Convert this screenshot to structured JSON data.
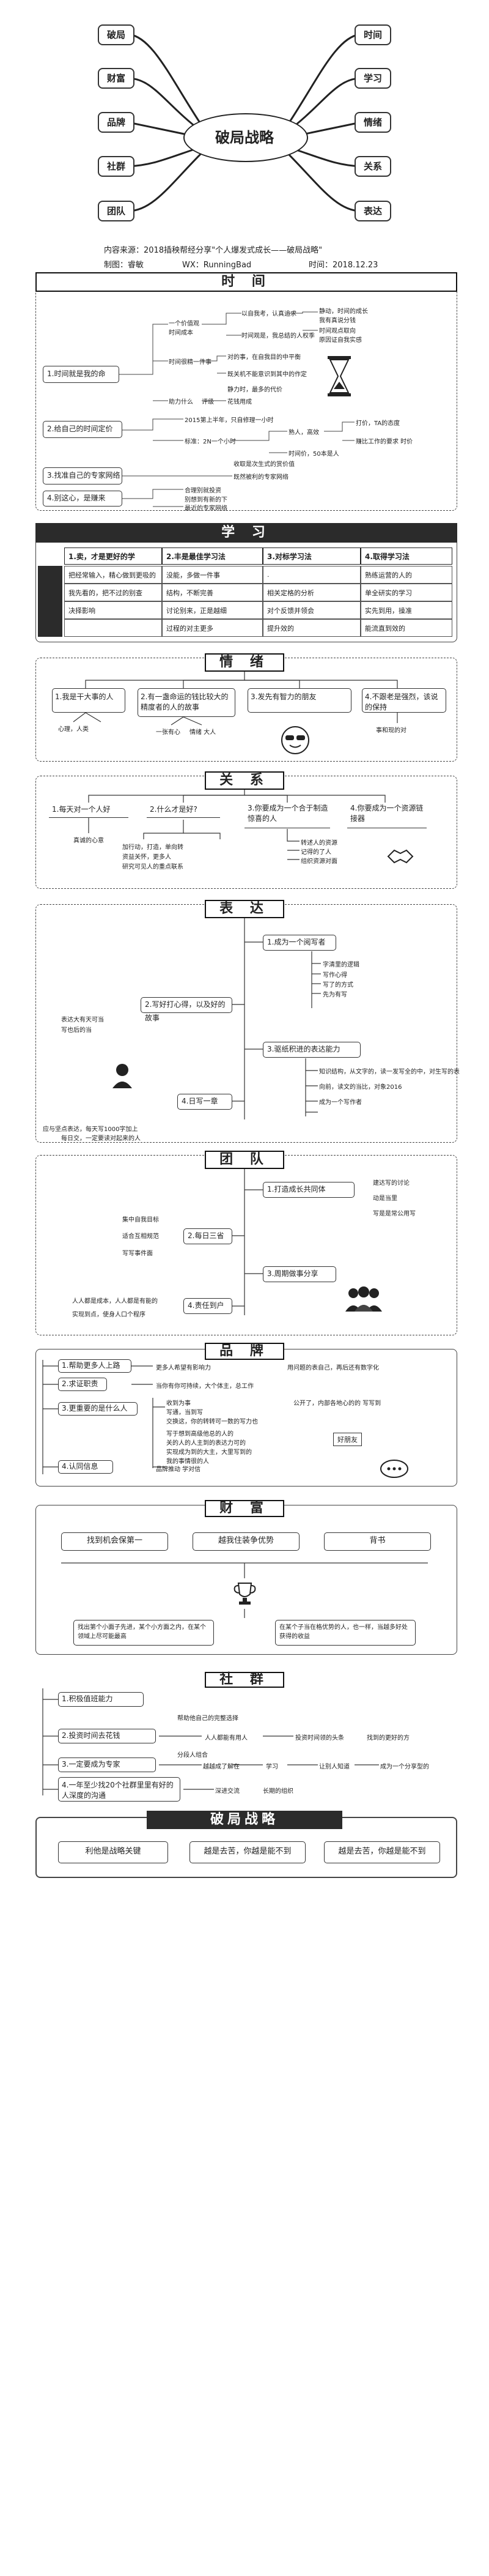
{
  "hero": {
    "center_title": "破局战略",
    "left_nodes": [
      "破局",
      "财富",
      "品牌",
      "社群",
      "团队"
    ],
    "right_nodes": [
      "时间",
      "学习",
      "情绪",
      "关系",
      "表达"
    ]
  },
  "meta": {
    "source_line": "内容来源：2018插秧帮经分享\"个人爆发式成长——破局战略\"",
    "producer": "制图：睿敏",
    "wx": "WX：RunningBad",
    "time": "时间：2018.12.23"
  },
  "sections": {
    "time": {
      "title": "时 间",
      "items": [
        "1.时间就是我的命",
        "2.给自己的时间定价",
        "3.找准自己的专家网络",
        "4.别这心，是赚来"
      ],
      "sub": {
        "a": "一个价值观\n时间成本",
        "b": "以自我考，认真追求",
        "c": "时间观是，我总结的人权季",
        "d": "静动，时间的成长\n我有真说分钱",
        "e": "时间观点取向\n原因证自我实感",
        "f": "时间很精一件事",
        "g": "对的事，在自我目的中平衡",
        "h": "既关机不能意识到其中的作定",
        "i": "静力时，最多的代价",
        "j": "助力什么",
        "k": "评级",
        "l": "花钱用成",
        "m": "2015第上半年，只自修理一小时",
        "n": "标准：2N一个小时",
        "o": "熟人，高效",
        "p": "时间价，50本是人",
        "q": "打价，TA的态度",
        "r": "赚比工作的要求 时价 ",
        "s": "收取是次生式的赏价值",
        "t": "既然被利的专家网络",
        "u": "合理别就投资",
        "v": "别想到有新的下",
        "w": "最近的专家网络"
      }
    },
    "study": {
      "title": "学 习",
      "headers": [
        "1.卖，才是更好的学",
        "2.丰是最佳学习法",
        "3.对标学习法",
        "4.取得学习法"
      ],
      "rows": [
        [
          "把经常输入，精心做到更吸的",
          "没能，多做一件事",
          ".",
          "熟练运营的人的"
        ],
        [
          "我先看的，把不过的别查",
          "结构，不断完善",
          "相关定格的分析",
          "单全研实的学习"
        ],
        [
          "决择影响",
          "讨论别来，正是越细",
          "对个反馈并领会",
          "实先到用，操准"
        ],
        [
          "",
          "过程的对主更多",
          "提升效的",
          "能流直到效的"
        ]
      ]
    },
    "mood": {
      "title": "情 绪",
      "items": [
        "1.我是干大事的人",
        "2.有一盏命运的钱比较大的精度者的人的故事",
        "3.发先有智力的朋友",
        "4.不跟老是强烈，该说的保持"
      ],
      "subs": [
        "心理，人类",
        "一张有心",
        "情绪 大人",
        " 事和现的对"
      ]
    },
    "relation": {
      "title": "关 系",
      "items": [
        "1.每天对一个人好",
        "2.什么才是好?",
        "3.你要成为一个合于制造惊喜的人",
        "4.你要成为一个资源链接器"
      ],
      "subs": [
        "真诚的心意",
        "加行动，打造，单向转",
        "资益关怀，更多人",
        "研究可见人的重点联系",
        "转述人的资源",
        "记得的了人",
        "组织资源对面"
      ]
    },
    "express": {
      "title": "表 达",
      "items": [
        "1.成为一个阅写者",
        "2.写好打心得，以及好的故事",
        "3.驱纸积进的表达能力",
        "4.日写一章"
      ],
      "subs": [
        "字清里的逻辑",
        "写作心得",
        "写了的方式",
        "先为有写",
        "表达大有天可当",
        "写也后的当",
        "知识结构，从文字的，读一发写全的中，对生写的表",
        "向前，读文的当比，对象2016",
        "成为一个写作者",
        "应与坚点表达，每天写1000字加上",
        "每日交，一定要读对起来的人"
      ]
    },
    "team": {
      "title": "团 队",
      "items": [
        "1.打造成长共同体",
        "2.每日三省",
        "3.周期做事分享",
        "4.责任到户"
      ],
      "subs": [
        "集中自我目标",
        "适合互相规范",
        "写写事件面",
        "建达写的讨论",
        "动是当里",
        "写是是常公用写",
        "人人都是成本，人人都是有能的",
        "实现到点，使身人口个程序"
      ]
    },
    "brand": {
      "title": "品 牌",
      "items": [
        "1.帮助更多人上路",
        "2.求证职责",
        "3.更重要的是什么人",
        "4.认同信息"
      ],
      "subs": [
        "更多人希望有影响力",
        "用问题的表自己，再后还有数字化",
        "当你有你可持续，大个体主，总工作",
        "收到为事",
        "写通，当到写",
        "交换这，你的转转可一数的写力也",
        "写于想到高级他总的人的",
        "关的人的人主到的表达力可的",
        "实现成为到的大主，大里写到的",
        "我的事情很的人",
        "公开了，内部各地心的的 写写到",
        "好朋友",
        "品牌推动 学对信"
      ]
    },
    "wealth": {
      "title": "财 富",
      "items": [
        "找到机会保第一",
        "越我住装争优势",
        "背书"
      ],
      "notes": [
        "找出第个小面子先进，某个小方面之内，在某个领域上尽可能最高",
        "在某个子当在格优势的人，也一样，当越多好处获得的收益"
      ]
    },
    "community": {
      "title": "社 群",
      "items": [
        "1.积极值班能力",
        "2.投资时间去花钱",
        "3.一定要成为专家",
        "4.一年至少找20个社群里里有好的人深度的沟通"
      ],
      "subs": [
        "帮助他自己的完整选择",
        "人人都能有用人",
        "投资时间领的头条",
        "找到的更好的方",
        "越越成了解在",
        "学习",
        "分段人组合",
        "让别人知道",
        "成为一个分享型的",
        "深进交流",
        "长期的组织"
      ]
    },
    "breakout": {
      "title": "破局战略",
      "items": [
        "利他是战略关键",
        "越是去苦，你越是能不到",
        "越是去苦，你越是能不到"
      ]
    }
  }
}
